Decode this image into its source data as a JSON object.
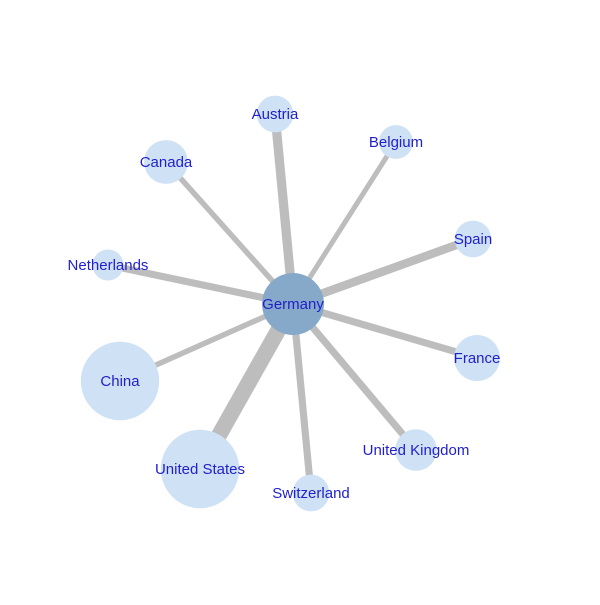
{
  "diagram": {
    "type": "network",
    "center_node": "Germany",
    "center_fill": "#86a9c9",
    "node_fill": "#cfe2f5",
    "edge_color": "#bdbdbd",
    "label_color": "#1f1fcc",
    "nodes": [
      {
        "id": "Germany",
        "label": "Germany",
        "weight": 1.0
      },
      {
        "id": "Austria",
        "label": "Austria",
        "weight": 0.35
      },
      {
        "id": "Belgium",
        "label": "Belgium",
        "weight": 0.3
      },
      {
        "id": "Canada",
        "label": "Canada",
        "weight": 0.5
      },
      {
        "id": "Spain",
        "label": "Spain",
        "weight": 0.35
      },
      {
        "id": "Netherlands",
        "label": "Netherlands",
        "weight": 0.25
      },
      {
        "id": "France",
        "label": "France",
        "weight": 0.55
      },
      {
        "id": "China",
        "label": "China",
        "weight": 1.6
      },
      {
        "id": "United Kingdom",
        "label": "United Kingdom",
        "weight": 0.45
      },
      {
        "id": "United States",
        "label": "United States",
        "weight": 1.6
      },
      {
        "id": "Switzerland",
        "label": "Switzerland",
        "weight": 0.35
      }
    ],
    "edges": [
      {
        "source": "Germany",
        "target": "Austria",
        "weight": 2.2
      },
      {
        "source": "Germany",
        "target": "Belgium",
        "weight": 1.2
      },
      {
        "source": "Germany",
        "target": "Canada",
        "weight": 1.3
      },
      {
        "source": "Germany",
        "target": "Spain",
        "weight": 2.0
      },
      {
        "source": "Germany",
        "target": "Netherlands",
        "weight": 1.7
      },
      {
        "source": "Germany",
        "target": "France",
        "weight": 1.7
      },
      {
        "source": "Germany",
        "target": "China",
        "weight": 1.3
      },
      {
        "source": "Germany",
        "target": "United Kingdom",
        "weight": 1.7
      },
      {
        "source": "Germany",
        "target": "United States",
        "weight": 3.8
      },
      {
        "source": "Germany",
        "target": "Switzerland",
        "weight": 1.7
      }
    ]
  }
}
